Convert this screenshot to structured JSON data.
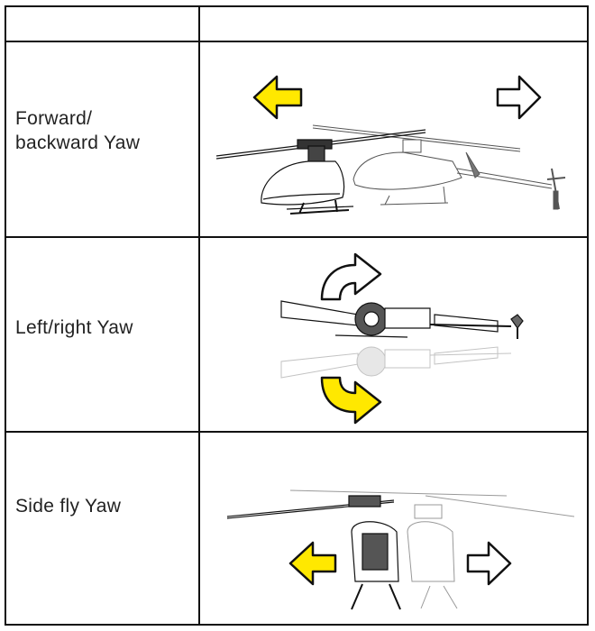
{
  "table": {
    "header": {
      "col1": "",
      "col2": ""
    },
    "rows": [
      {
        "label": "Forward/\nbackward Yaw",
        "left_arrow": "yellow-left-arrow",
        "right_arrow": "outline-right-arrow"
      },
      {
        "label": "Left/right Yaw",
        "top_arrow": "outline-curved-arrow",
        "bottom_arrow": "yellow-curved-arrow"
      },
      {
        "label": "Side fly Yaw",
        "left_arrow": "yellow-left-arrow",
        "right_arrow": "outline-right-arrow"
      }
    ]
  },
  "colors": {
    "arrow_fill": "#FFE800",
    "line": "#111111",
    "ghost": "#9a9a9a"
  }
}
